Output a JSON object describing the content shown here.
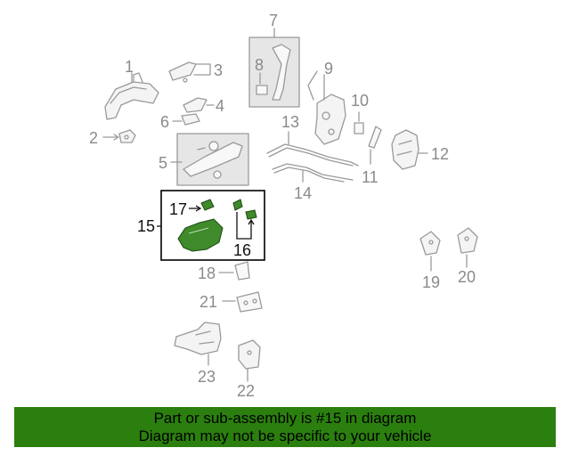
{
  "callouts": {
    "c1": "1",
    "c2": "2",
    "c3": "3",
    "c4": "4",
    "c5": "5",
    "c6": "6",
    "c7": "7",
    "c8": "8",
    "c9": "9",
    "c10": "10",
    "c11": "11",
    "c12": "12",
    "c13": "13",
    "c14": "14",
    "c15": "15",
    "c16": "16",
    "c17": "17",
    "c18": "18",
    "c19": "19",
    "c20": "20",
    "c21": "21",
    "c22": "22",
    "c23": "23"
  },
  "banner": {
    "line1": "Part or sub-assembly is #15 in diagram",
    "line2": "Diagram may not be specific to your vehicle"
  },
  "colors": {
    "highlight": "#2b7f0e",
    "part_line": "#9a9a9a",
    "box_fill": "#e6e6e6",
    "highlight_part": "#3f8a2a"
  }
}
